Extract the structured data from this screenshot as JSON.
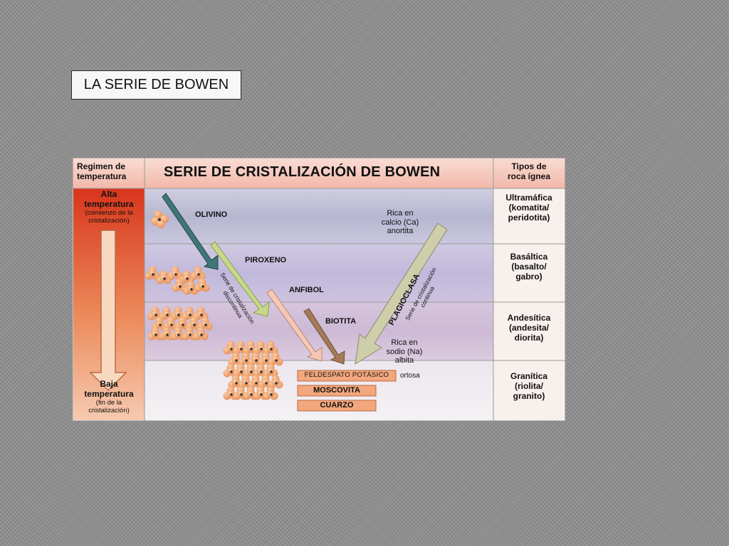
{
  "slide": {
    "title": "LA SERIE DE BOWEN"
  },
  "diagram": {
    "main_title": "SERIE DE CRISTALIZACIÓN DE BOWEN",
    "left_header": [
      "Regimen de",
      "temperatura"
    ],
    "right_header": [
      "Tipos de",
      "roca ígnea"
    ],
    "high_temp": {
      "title": [
        "Alta",
        "temperatura"
      ],
      "note": [
        "(comienzo de la",
        "cristalización)"
      ]
    },
    "low_temp": {
      "title": [
        "Baja",
        "temperatura"
      ],
      "note": [
        "(fin de la",
        "cristalización)"
      ]
    },
    "rock_types": [
      [
        "Ultramáfica",
        "(komatita/",
        "peridotita)"
      ],
      [
        "Basáltica",
        "(basalto/",
        "gabro)"
      ],
      [
        "Andesítica",
        "(andesita/",
        "diorita)"
      ],
      [
        "Granítica",
        "(riolita/",
        "granito)"
      ]
    ],
    "discontinuous": {
      "minerals": [
        "OLIVINO",
        "PIROXENO",
        "ANFIBOL",
        "BIOTITA"
      ],
      "series_label": [
        "Serie de cristalización",
        "discontinua"
      ]
    },
    "continuous": {
      "mineral": "PLAGIOCLASA",
      "calcium_note": [
        "Rica en",
        "calcio (Ca)",
        "anortita"
      ],
      "sodium_note": [
        "Rica en",
        "sodio (Na)",
        "albita"
      ],
      "series_label": [
        "Serie de cristalización",
        "continua"
      ]
    },
    "final_minerals": [
      "FELDESPATO POTÁSICO",
      "MOSCOVITA",
      "CUARZO"
    ],
    "ortosa_label": "ortosa",
    "colors": {
      "header": "#f6c9c0",
      "band_1": "#bfbfd6",
      "band_2": "#c9c4df",
      "band_3": "#d4c2da",
      "band_4": "#e9e4ea",
      "temp_top": "#d8351c",
      "temp_bottom": "#f6cab0",
      "box_fill": "#f2a77c",
      "olivino_arrow": "#3f7778",
      "piroxeno_arrow": "#c7d88a",
      "anfibol_arrow": "#f6c7b6",
      "biotita_arrow": "#a57a58",
      "plagioclasa_arrow": "#ceceab",
      "crystal": "#ef9d68"
    }
  }
}
